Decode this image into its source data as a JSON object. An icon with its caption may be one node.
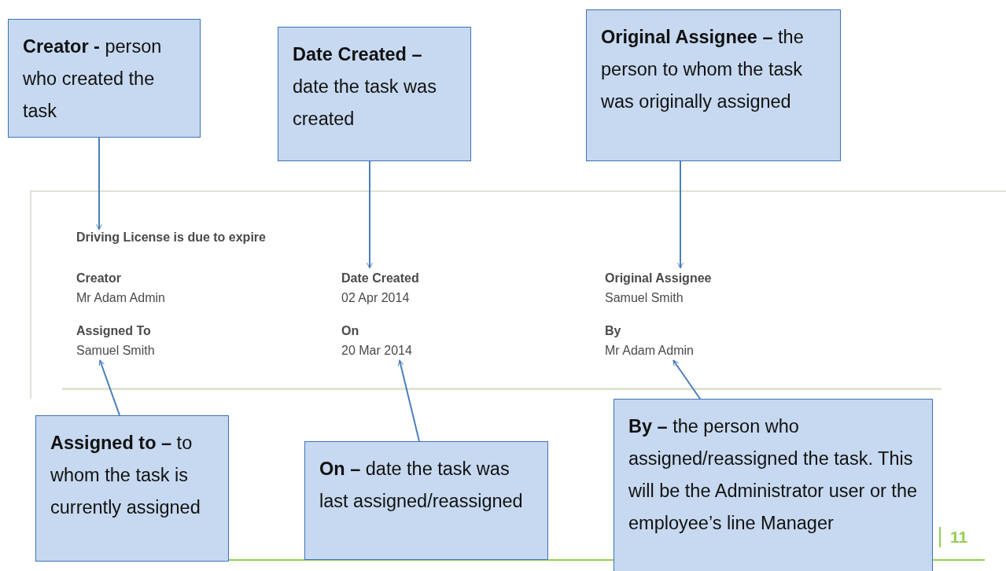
{
  "diagram": {
    "nodes": [
      {
        "text": [],
        "shape": "box"
      },
      {
        "text": [
          "Driving License is due to expire"
        ],
        "in": 0
      },
      {
        "text": [
          "Creator",
          "Mr Adam Admin"
        ],
        "in": 0
      },
      {
        "text": [
          "Date Created",
          "02 Apr 2014"
        ],
        "in": 0
      },
      {
        "text": [
          "Original Assignee",
          "Samuel Smith"
        ],
        "in": 0
      },
      {
        "text": [
          "Assigned To",
          "Samuel Smith"
        ],
        "in": 0
      },
      {
        "text": [
          "On",
          "20 Mar 2014"
        ],
        "in": 0
      },
      {
        "text": [
          "By",
          "Mr Adam Admin"
        ],
        "in": 0
      },
      {
        "text": [
          "**Creator -** person who created the task"
        ]
      },
      {
        "text": [
          "**Date Created –** date the task was created"
        ]
      },
      {
        "text": [
          "**Original Assignee –** the person to whom the task was originally assigned"
        ]
      },
      {
        "text": [
          "**Assigned to –** to whom the task is currently assigned"
        ]
      },
      {
        "text": [
          "**On –** date the task was last assigned/reassigned"
        ]
      },
      {
        "text": [
          "**By –** the person who assigned/reassigned the task. This will be the Administrator user or the employee’s line Manager"
        ]
      }
    ],
    "edges": [
      {
        "from": 8,
        "to": 1,
        "arrow": "to"
      },
      {
        "from": 9,
        "to": 3,
        "arrow": "to"
      },
      {
        "from": 10,
        "to": 4,
        "arrow": "to"
      },
      {
        "from": 11,
        "to": 5,
        "arrow": "to"
      },
      {
        "from": 12,
        "to": 6,
        "arrow": "to"
      },
      {
        "from": 13,
        "to": 7,
        "arrow": "to"
      }
    ],
    "labels": [
      "11"
    ]
  }
}
